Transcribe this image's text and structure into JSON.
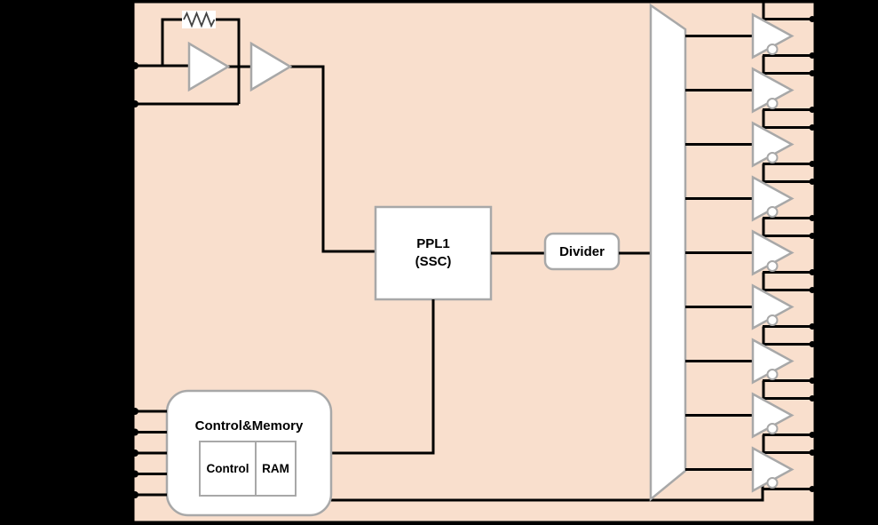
{
  "diagram": {
    "type": "block-diagram",
    "description_title": "",
    "colors": {
      "background": "#000000",
      "chip_fill": "#f9dfcd",
      "wire": "#000000",
      "block_border": "#a8a8a8",
      "block_fill": "#ffffff",
      "text": "#000000"
    },
    "blocks": {
      "pll": {
        "line1": "PPL1",
        "line2": "(SSC)"
      },
      "divider": {
        "label": "Divider"
      },
      "control_memory": {
        "title": "Control&Memory",
        "sub_blocks": [
          {
            "label": "Control"
          },
          {
            "label": "RAM"
          }
        ]
      }
    },
    "oscillator": {
      "icons": [
        "resistor-icon",
        "amplifier-icon",
        "buffer-icon"
      ],
      "input_pin_count": 2
    },
    "fanout": {
      "icon": "fanout-mux-icon",
      "output_line_count": 9
    },
    "outputs": {
      "buffer_count": 9,
      "pins_per_buffer": 2,
      "total_right_pins": 18,
      "icon": "inverting-differential-buffer-icon"
    },
    "control_pins": {
      "count": 5
    }
  }
}
